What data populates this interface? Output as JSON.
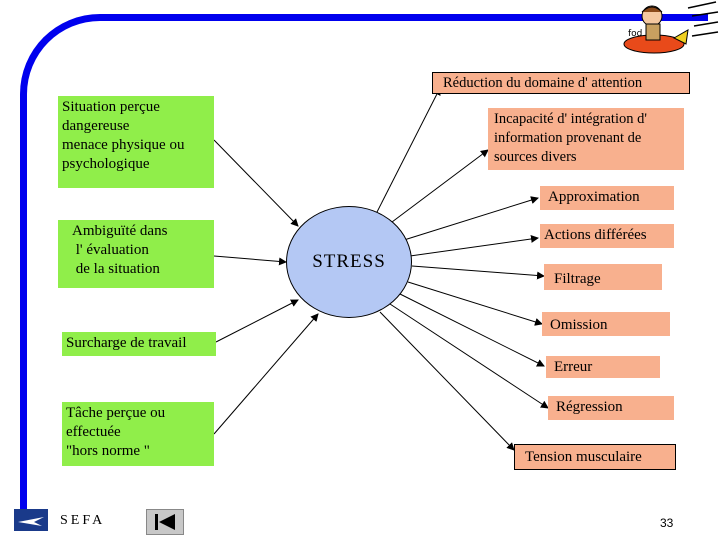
{
  "center": {
    "label": "STRESS"
  },
  "causes": [
    {
      "lines": [
        "Situation perçue",
        "dangereuse",
        "menace physique ou",
        "psychologique"
      ]
    },
    {
      "lines": [
        "Ambiguïté dans",
        " l' évaluation",
        " de la situation"
      ]
    },
    {
      "lines": [
        "Surcharge de travail"
      ]
    },
    {
      "lines": [
        "Tâche perçue ou",
        "effectuée",
        "\"hors norme \""
      ]
    }
  ],
  "effects": [
    "Réduction du domaine d' attention",
    "Incapacité d' intégration d' information provenant de sources divers",
    "Approximation",
    "Actions différées",
    "Filtrage",
    "Omission",
    "Erreur",
    "Régression",
    "Tension musculaire"
  ],
  "footer": {
    "org": "SEFA",
    "page": "33"
  },
  "colors": {
    "frame": "#0000ee",
    "cause": "#90ee4a",
    "effect": "#f8b08e",
    "center": "#b4c8f4"
  }
}
